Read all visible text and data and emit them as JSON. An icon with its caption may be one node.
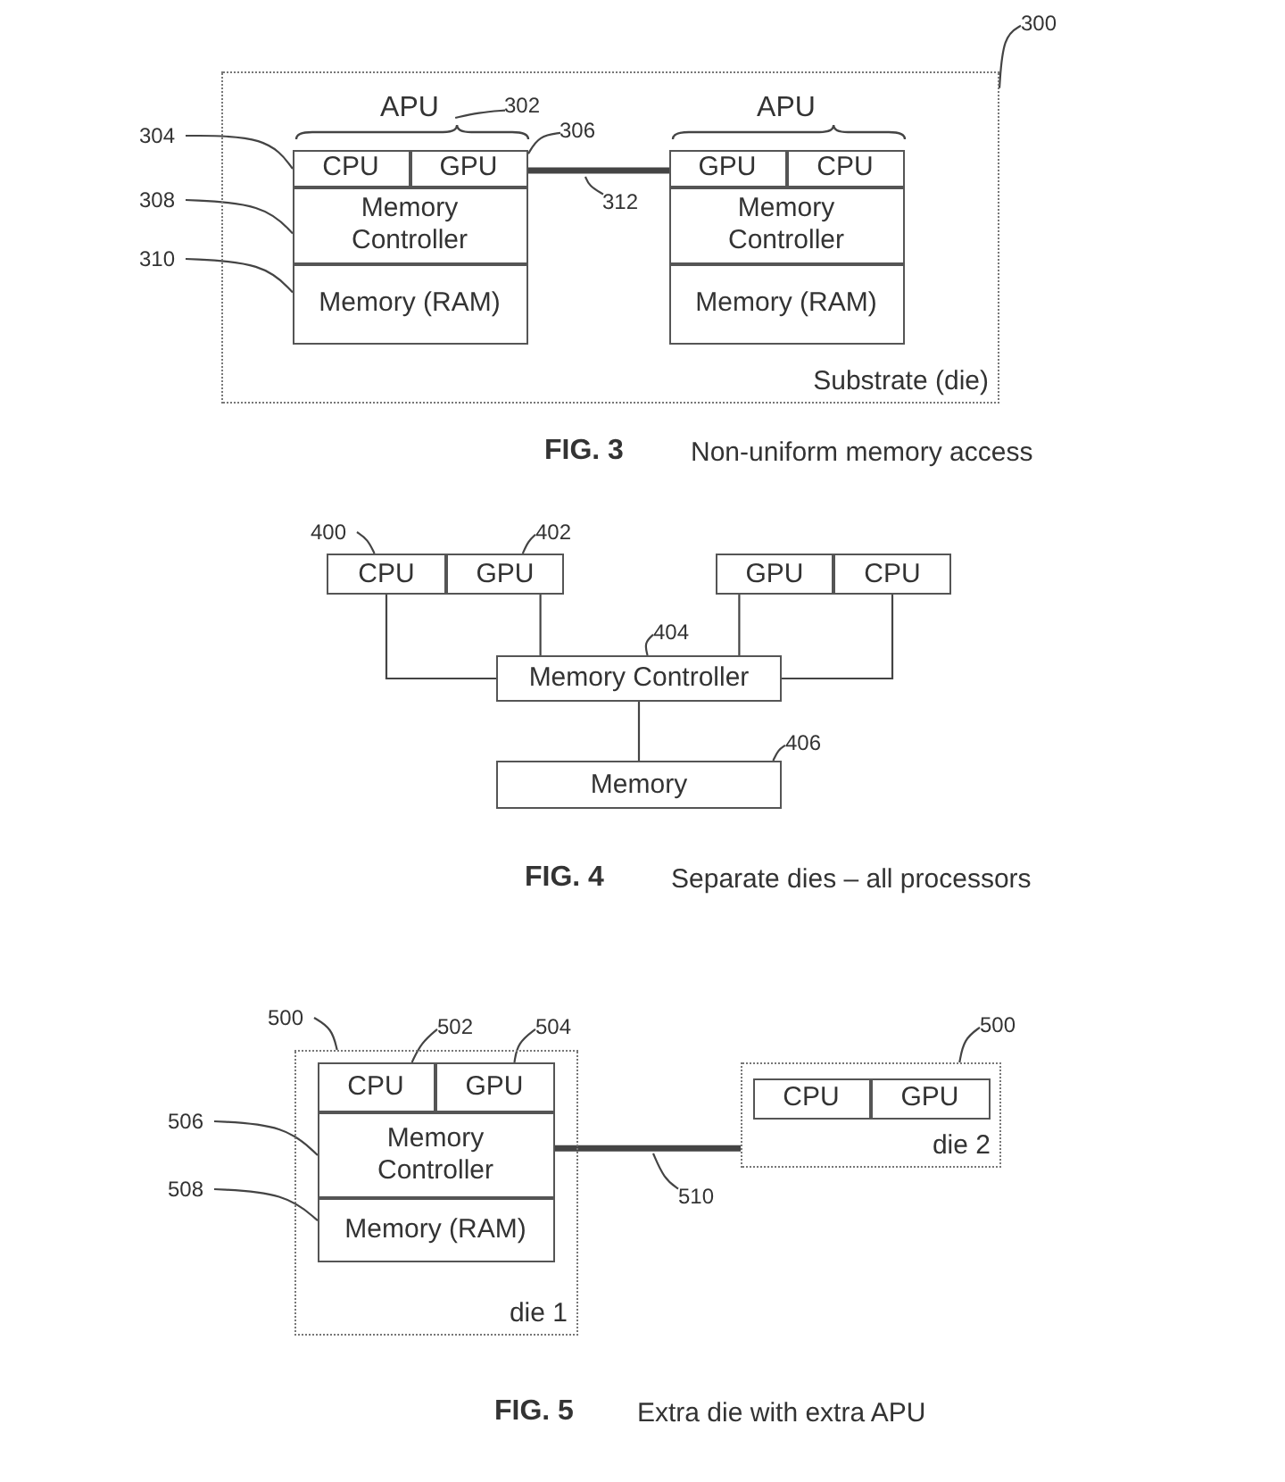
{
  "diagram": {
    "nodes": [
      {
        "text": [
          "Substrate (die)"
        ]
      },
      {
        "text": [
          "APU"
        ],
        "in": 0
      },
      {
        "text": [
          "CPU"
        ],
        "in": 1
      },
      {
        "text": [
          "GPU"
        ],
        "in": 1
      },
      {
        "text": [
          "Memory Controller"
        ],
        "in": 1
      },
      {
        "text": [
          "Memory (RAM)"
        ],
        "in": 1
      },
      {
        "text": [
          "APU"
        ],
        "in": 0
      },
      {
        "text": [
          "GPU"
        ],
        "in": 6
      },
      {
        "text": [
          "CPU"
        ],
        "in": 6
      },
      {
        "text": [
          "Memory Controller"
        ],
        "in": 6
      },
      {
        "text": [
          "Memory (RAM)"
        ],
        "in": 6
      },
      {
        "text": [
          "300"
        ]
      },
      {
        "text": [
          "302"
        ],
        "in": 0
      },
      {
        "text": [
          "304"
        ]
      },
      {
        "text": [
          "306"
        ],
        "in": 0
      },
      {
        "text": [
          "308"
        ]
      },
      {
        "text": [
          "310"
        ]
      },
      {
        "text": [
          "312"
        ],
        "in": 0
      },
      {
        "text": [
          "CPU"
        ]
      },
      {
        "text": [
          "GPU"
        ]
      },
      {
        "text": [
          "GPU"
        ]
      },
      {
        "text": [
          "CPU"
        ]
      },
      {
        "text": [
          "Memory Controller"
        ]
      },
      {
        "text": [
          "Memory"
        ]
      },
      {
        "text": [
          "400"
        ]
      },
      {
        "text": [
          "402"
        ]
      },
      {
        "text": [
          "404"
        ]
      },
      {
        "text": [
          "406"
        ]
      },
      {
        "text": [
          "die 1"
        ]
      },
      {
        "text": [
          "CPU"
        ],
        "in": 28
      },
      {
        "text": [
          "GPU"
        ],
        "in": 28
      },
      {
        "text": [
          "Memory Controller"
        ],
        "in": 28
      },
      {
        "text": [
          "Memory (RAM)"
        ],
        "in": 28
      },
      {
        "text": [
          "die 2"
        ]
      },
      {
        "text": [
          "CPU"
        ],
        "in": 33
      },
      {
        "text": [
          "GPU"
        ],
        "in": 33
      },
      {
        "text": [
          "500"
        ]
      },
      {
        "text": [
          "502"
        ]
      },
      {
        "text": [
          "504"
        ]
      },
      {
        "text": [
          "506"
        ]
      },
      {
        "text": [
          "508"
        ]
      },
      {
        "text": [
          "500"
        ]
      },
      {
        "text": [
          "510"
        ]
      }
    ],
    "edges": [
      {
        "from": 11,
        "to": 0,
        "arrow": "none"
      },
      {
        "from": 12,
        "to": 1,
        "arrow": "none"
      },
      {
        "from": 13,
        "to": 2,
        "arrow": "none"
      },
      {
        "from": 14,
        "to": 3,
        "arrow": "none"
      },
      {
        "from": 15,
        "to": 4,
        "arrow": "none"
      },
      {
        "from": 16,
        "to": 5,
        "arrow": "none"
      },
      {
        "from": 3,
        "to": 7,
        "arrow": "none",
        "style": "thick"
      },
      {
        "from": 17,
        "to": null,
        "arrow": "none"
      },
      {
        "from": 24,
        "to": 18,
        "arrow": "none"
      },
      {
        "from": 25,
        "to": 19,
        "arrow": "none"
      },
      {
        "from": 26,
        "to": 22,
        "arrow": "none"
      },
      {
        "from": 27,
        "to": 23,
        "arrow": "none"
      },
      {
        "from": 18,
        "to": 22,
        "arrow": "none"
      },
      {
        "from": 19,
        "to": 22,
        "arrow": "none"
      },
      {
        "from": 20,
        "to": 22,
        "arrow": "none"
      },
      {
        "from": 21,
        "to": 22,
        "arrow": "none"
      },
      {
        "from": 22,
        "to": 23,
        "arrow": "none"
      },
      {
        "from": 36,
        "to": 28,
        "arrow": "none"
      },
      {
        "from": 37,
        "to": 29,
        "arrow": "none"
      },
      {
        "from": 38,
        "to": 30,
        "arrow": "none"
      },
      {
        "from": 39,
        "to": 31,
        "arrow": "none"
      },
      {
        "from": 40,
        "to": 32,
        "arrow": "none"
      },
      {
        "from": 41,
        "to": 33,
        "arrow": "none"
      },
      {
        "from": 31,
        "to": 33,
        "arrow": "none",
        "style": "thick"
      },
      {
        "from": 42,
        "to": null,
        "arrow": "none"
      }
    ],
    "labels": [
      "FIG. 3",
      "Non-uniform memory access",
      "FIG. 4",
      "Separate dies – all processors",
      "FIG. 5",
      "Extra die with extra APU"
    ]
  }
}
